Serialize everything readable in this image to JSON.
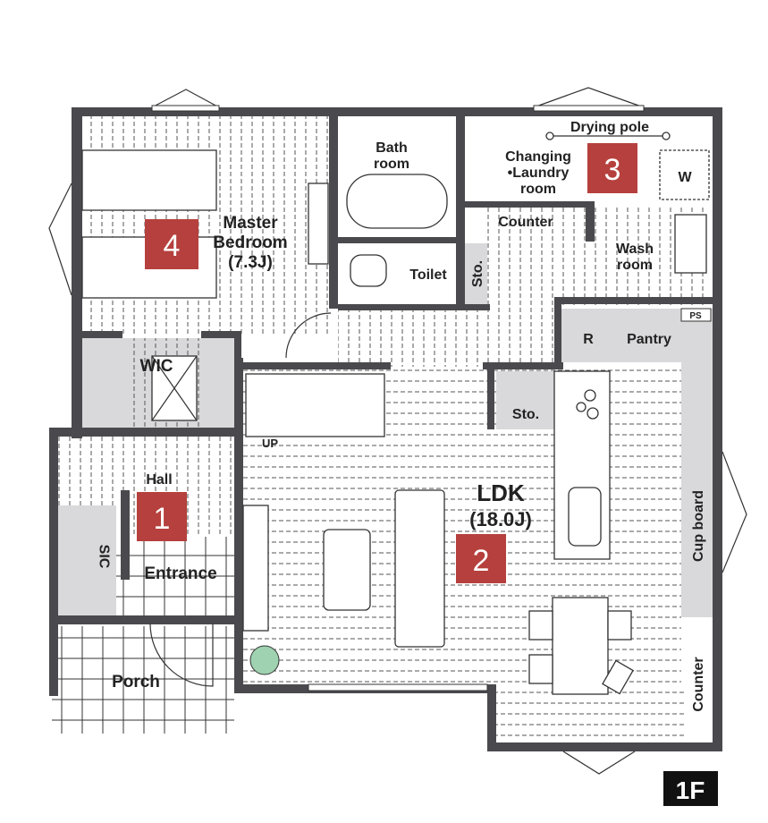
{
  "plan": {
    "floor_label": "1F",
    "badge_color": "#b5403d",
    "rooms": {
      "master_bedroom": {
        "line1": "Master",
        "line2": "Bedroom",
        "size": "(7.3J)",
        "badge": "4"
      },
      "bath": {
        "line1": "Bath",
        "line2": "room"
      },
      "changing": {
        "line1": "Changing",
        "line2": "•Laundry",
        "line3": "room",
        "badge": "3"
      },
      "drying_pole": "Drying pole",
      "washer": "W",
      "counter_changing": "Counter",
      "wash_room": {
        "line1": "Wash",
        "line2": "room"
      },
      "toilet": "Toilet",
      "storage_upper": "Sto.",
      "ps": "PS",
      "refrigerator": "R",
      "pantry": "Pantry",
      "wic": "WIC",
      "storage_ldk": "Sto.",
      "stairs_up": "UP",
      "hall": {
        "label": "Hall",
        "badge": "1"
      },
      "sic": "SIC",
      "entrance": "Entrance",
      "porch": "Porch",
      "ldk": {
        "line1": "LDK",
        "size": "(18.0J)",
        "badge": "2"
      },
      "cupboard": "Cup board",
      "counter_ldk": "Counter"
    }
  }
}
